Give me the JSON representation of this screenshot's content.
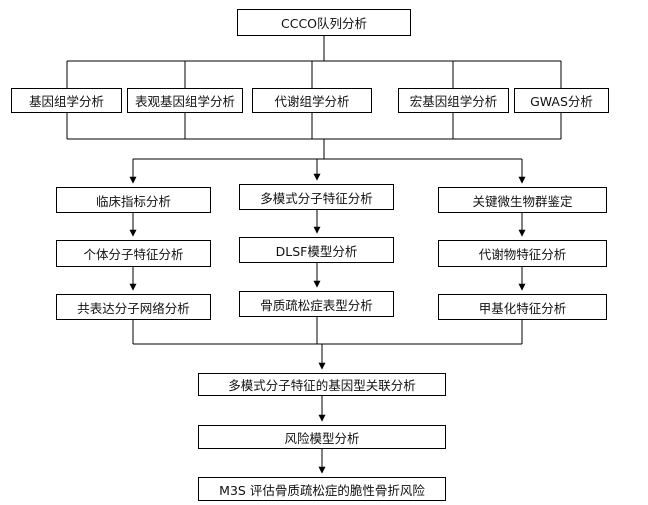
{
  "flowchart": {
    "title": "CCCO队列分析",
    "omics": [
      "基因组学分析",
      "表观基因组学分析",
      "代谢组学分析",
      "宏基因组学分析",
      "GWAS分析"
    ],
    "branches": [
      [
        "临床指标分析",
        "个体分子特征分析",
        "共表达分子网络分析"
      ],
      [
        "多模式分子特征分析",
        "DLSF模型分析",
        "骨质疏松症表型分析"
      ],
      [
        "关键微生物群鉴定",
        "代谢物特征分析",
        "甲基化特征分析"
      ]
    ],
    "integration": "多模式分子特征的基因型关联分析",
    "risk_model": "风险模型分析",
    "outcome": "M3S 评估骨质疏松症的脆性骨折风险"
  }
}
